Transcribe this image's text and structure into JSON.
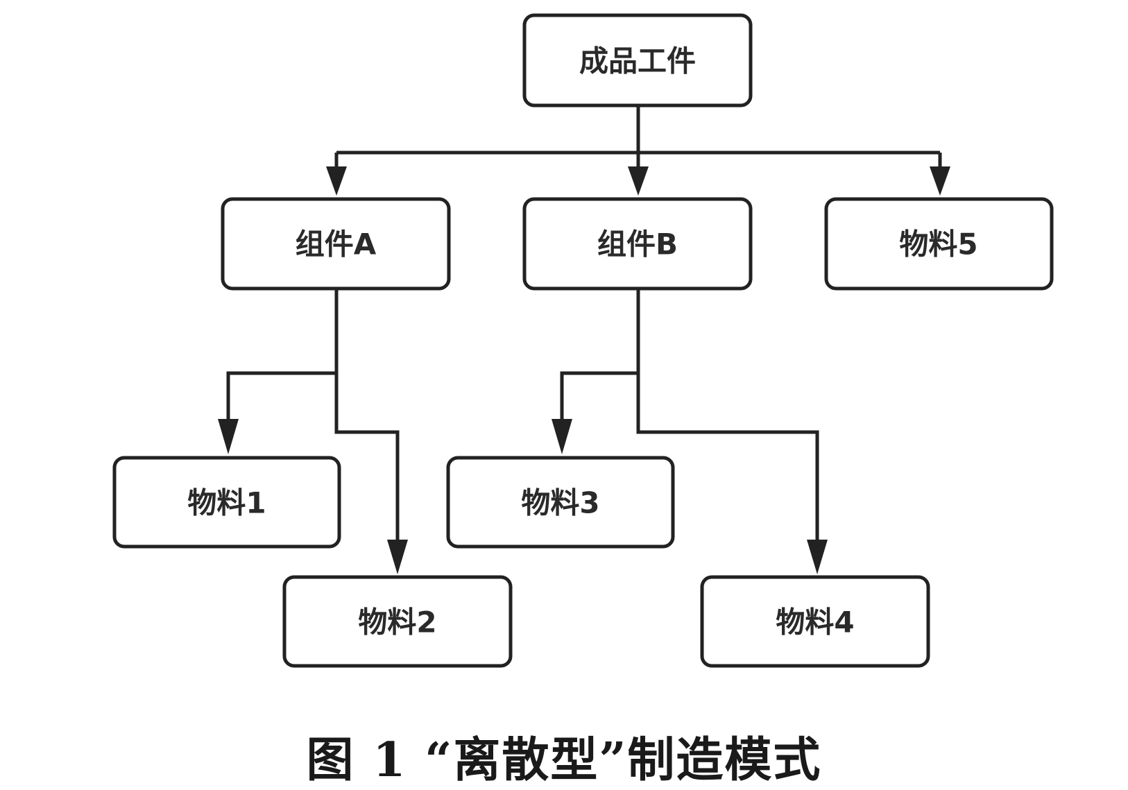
{
  "diagram": {
    "nodes": {
      "root": {
        "label": "成品工件"
      },
      "assembly_a": {
        "label": "组件A"
      },
      "assembly_b": {
        "label": "组件B"
      },
      "material_5": {
        "label": "物料5"
      },
      "material_1": {
        "label": "物料1"
      },
      "material_2": {
        "label": "物料2"
      },
      "material_3": {
        "label": "物料3"
      },
      "material_4": {
        "label": "物料4"
      }
    },
    "edges": [
      {
        "from": "root",
        "to": "assembly_a"
      },
      {
        "from": "root",
        "to": "assembly_b"
      },
      {
        "from": "root",
        "to": "material_5"
      },
      {
        "from": "assembly_a",
        "to": "material_1"
      },
      {
        "from": "assembly_a",
        "to": "material_2"
      },
      {
        "from": "assembly_b",
        "to": "material_3"
      },
      {
        "from": "assembly_b",
        "to": "material_4"
      }
    ]
  },
  "caption": "图 1 “离散型”制造模式"
}
